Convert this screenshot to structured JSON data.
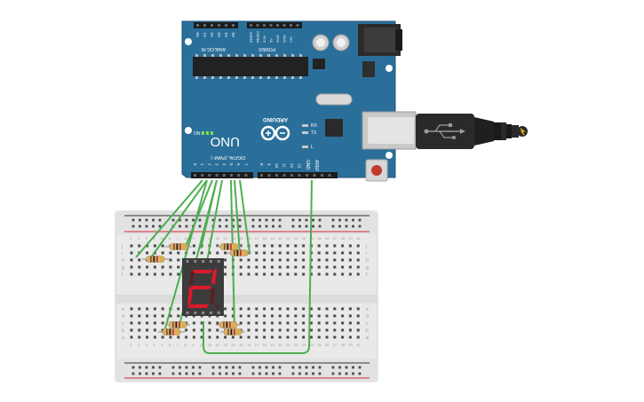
{
  "board": {
    "model": "UNO",
    "brand": "ARDUINO",
    "on_label": "ON",
    "tx_label": "TX",
    "rx_label": "RX",
    "l_label": "L",
    "digital_label": "DIGITAL (PWM~)",
    "analog_label": "ANALOG IN",
    "power_label": "POWER",
    "aref_label": "AREF",
    "gnd_label": "GND",
    "analog_pins": [
      "A0",
      "A1",
      "A2",
      "A3",
      "A4",
      "A5"
    ],
    "power_pins": [
      "IOREF",
      "RESET",
      "3.3V",
      "5V",
      "GND",
      "GND",
      "VIN"
    ],
    "digital_pins": [
      "0",
      "1",
      "2",
      "3",
      "4",
      "5",
      "6",
      "7",
      "8",
      "9",
      "10",
      "11",
      "12",
      "13"
    ]
  },
  "display": {
    "digit": "2"
  },
  "breadboard": {
    "row_letters_top": [
      "j",
      "i",
      "h",
      "g",
      "f"
    ],
    "row_letters_bottom": [
      "e",
      "d",
      "c",
      "b",
      "a"
    ],
    "column_count": 30
  },
  "colors": {
    "board": "#2a6f9a",
    "wire": "#4caf50",
    "segment_on": "#e0182a",
    "segment_off": "#5a1e24",
    "rail_red": "#d8232a",
    "rail_black": "#333333"
  },
  "icons": {
    "usb": "usb-icon",
    "power_jack": "dc-jack-icon",
    "reset": "reset-button-icon"
  }
}
